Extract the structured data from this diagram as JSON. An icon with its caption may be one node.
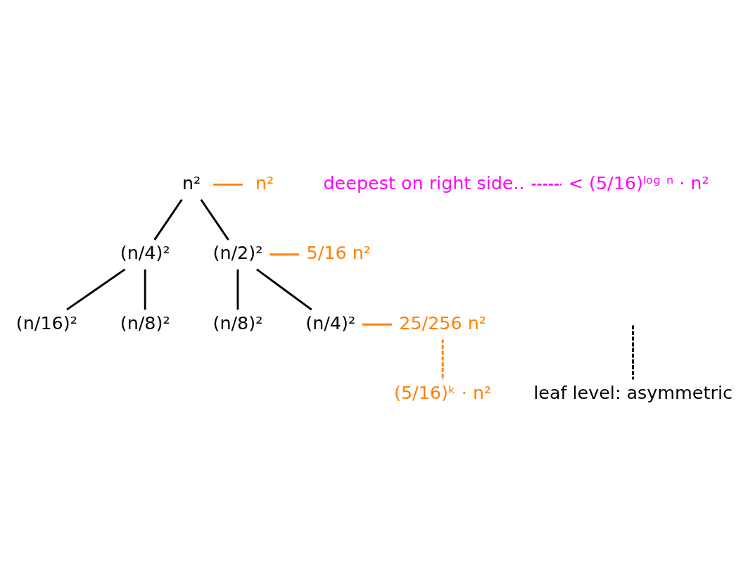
{
  "diagram": {
    "nodes": [
      {
        "text": [
          "n²"
        ]
      },
      {
        "text": [
          "n²"
        ]
      },
      {
        "text": [
          "(n/4)²"
        ]
      },
      {
        "text": [
          "(n/2)²"
        ]
      },
      {
        "text": [
          "5/16 n²"
        ]
      },
      {
        "text": [
          "(n/16)²"
        ]
      },
      {
        "text": [
          "(n/8)²"
        ]
      },
      {
        "text": [
          "(n/8)²"
        ]
      },
      {
        "text": [
          "(n/4)²"
        ]
      },
      {
        "text": [
          "25/256 n²"
        ]
      },
      {
        "text": [
          "leaf level: asymmetric"
        ]
      },
      {
        "text": [
          "(5/16)ᵏ · n²"
        ]
      },
      {
        "text": [
          "deepest on right side.."
        ]
      },
      {
        "text": [
          "< (5/16)ˡᵒᵍ ⁿ · n²"
        ]
      }
    ],
    "edges": [
      {
        "from": 0,
        "to": 2,
        "arrow": "none"
      },
      {
        "from": 0,
        "to": 3,
        "arrow": "none"
      },
      {
        "from": 0,
        "to": 1,
        "arrow": "none",
        "color": "#ff8000"
      },
      {
        "from": 2,
        "to": 5,
        "arrow": "none"
      },
      {
        "from": 2,
        "to": 6,
        "arrow": "none"
      },
      {
        "from": 3,
        "to": 7,
        "arrow": "none"
      },
      {
        "from": 3,
        "to": 8,
        "arrow": "none"
      },
      {
        "from": 3,
        "to": 4,
        "arrow": "none",
        "color": "#ff8000"
      },
      {
        "from": 8,
        "to": 9,
        "arrow": "none",
        "color": "#ff8000"
      },
      {
        "from": 9,
        "to": 11,
        "arrow": "none",
        "style": "dashed",
        "color": "#ff8000"
      },
      {
        "from": null,
        "to": 10,
        "arrow": "none",
        "style": "dashed"
      },
      {
        "from": 12,
        "to": 13,
        "arrow": "none",
        "style": "dashed",
        "color": "#ff00ff"
      }
    ]
  }
}
